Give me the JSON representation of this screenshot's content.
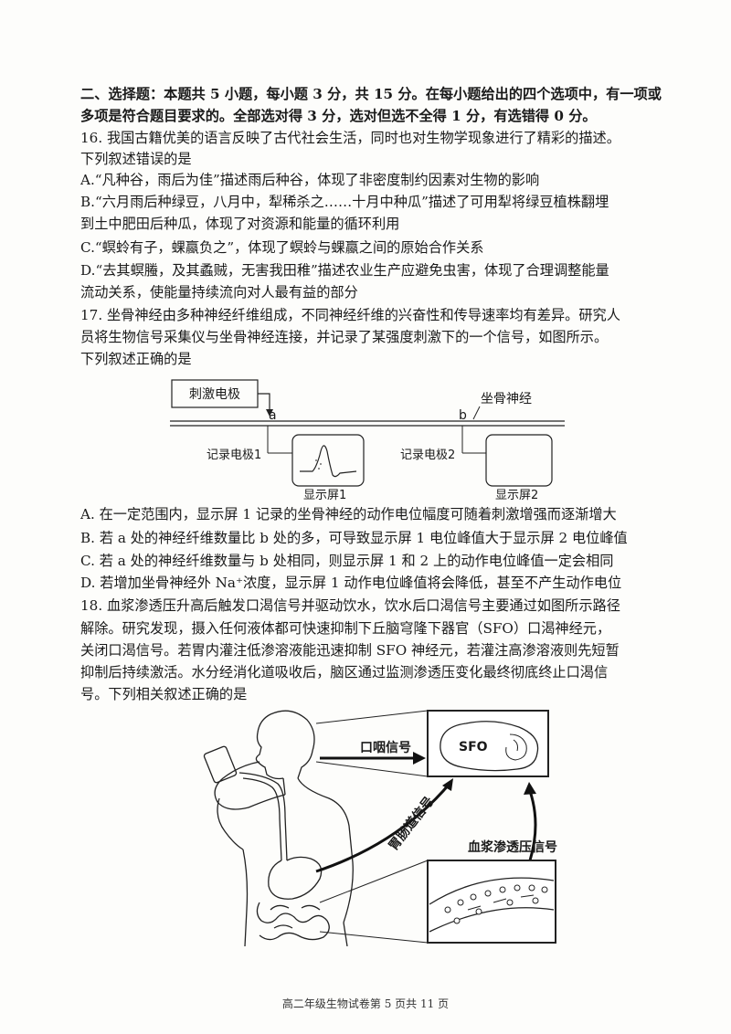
{
  "section": {
    "heading_line1": "二、选择题：本题共 5 小题，每小题 3 分，共 15 分。在每小题给出的四个选项中，有一项或",
    "heading_line2": "多项是符合题目要求的。全部选对得 3 分，选对但选不全得 1 分，有选错得 0 分。"
  },
  "q16": {
    "stem_line1": "16. 我国古籍优美的语言反映了古代社会生活，同时也对生物学现象进行了精彩的描述。",
    "stem_line2": "下列叙述错误的是",
    "option_a": "A.“凡种谷，雨后为佳”描述雨后种谷，体现了非密度制约因素对生物的影响",
    "option_b_line1": "B.“六月雨后种绿豆，八月中，犁稀杀之……十月中种瓜”描述了可用犁将绿豆植株翻埋",
    "option_b_line2": "到土中肥田后种瓜，体现了对资源和能量的循环利用",
    "option_c": "C.“螟蛉有子，蜾蠃负之”，体现了螟蛉与蜾蠃之间的原始合作关系",
    "option_d_line1": "D.“去其螟螣，及其蟊贼，无害我田稚”描述农业生产应避免虫害，体现了合理调整能量",
    "option_d_line2": "流动关系，使能量持续流向对人最有益的部分"
  },
  "q17": {
    "stem_line1": "17. 坐骨神经由多种神经纤维组成，不同神经纤维的兴奋性和传导速率均有差异。研究人",
    "stem_line2": "员将生物信号采集仪与坐骨神经连接，并记录了某强度刺激下的一个信号，如图所示。",
    "stem_line3": "下列叙述正确的是",
    "figure": {
      "stimulus_label": "刺激电极",
      "nerve_label": "坐骨神经",
      "point_a": "a",
      "point_b": "b",
      "electrode1_label": "记录电极1",
      "electrode2_label": "记录电极2",
      "screen1_label": "显示屏1",
      "screen2_label": "显示屏2"
    },
    "option_a": "A. 在一定范围内，显示屏 1 记录的坐骨神经的动作电位幅度可随着刺激增强而逐渐增大",
    "option_b": "B. 若 a 处的神经纤维数量比 b 处的多，可导致显示屏 1 电位峰值大于显示屏 2 电位峰值",
    "option_c": "C. 若 a 处的神经纤维数量与 b 处相同，则显示屏 1 和 2 上的动作电位峰值一定会相同",
    "option_d": "D. 若增加坐骨神经外 Na⁺浓度，显示屏 1 动作电位峰值将会降低，甚至不产生动作电位"
  },
  "q18": {
    "stem_line1": "18. 血浆渗透压升高后触发口渴信号并驱动饮水，饮水后口渴信号主要通过如图所示路径",
    "stem_line2": "解除。研究发现，摄入任何液体都可快速抑制下丘脑穹隆下器官（SFO）口渴神经元，",
    "stem_line3": "关闭口渴信号。若胃内灌注低渗溶液能迅速抑制 SFO 神经元，若灌注高渗溶液则先短暂",
    "stem_line4": "抑制后持续激活。水分经消化道吸收后，脑区通过监测渗透压变化最终彻底终止口渴信",
    "stem_line5": "号。下列相关叙述正确的是",
    "figure": {
      "sfo_label": "SFO",
      "oral_label": "口咽信号",
      "gut_label": "胃肠道信号",
      "plasma_label": "血浆渗透压信号"
    }
  },
  "footer": {
    "text": "高二年级生物试卷第 5 页共 11 页"
  },
  "colors": {
    "ink": "#1a1a1a",
    "paper": "#fdfdfb"
  }
}
